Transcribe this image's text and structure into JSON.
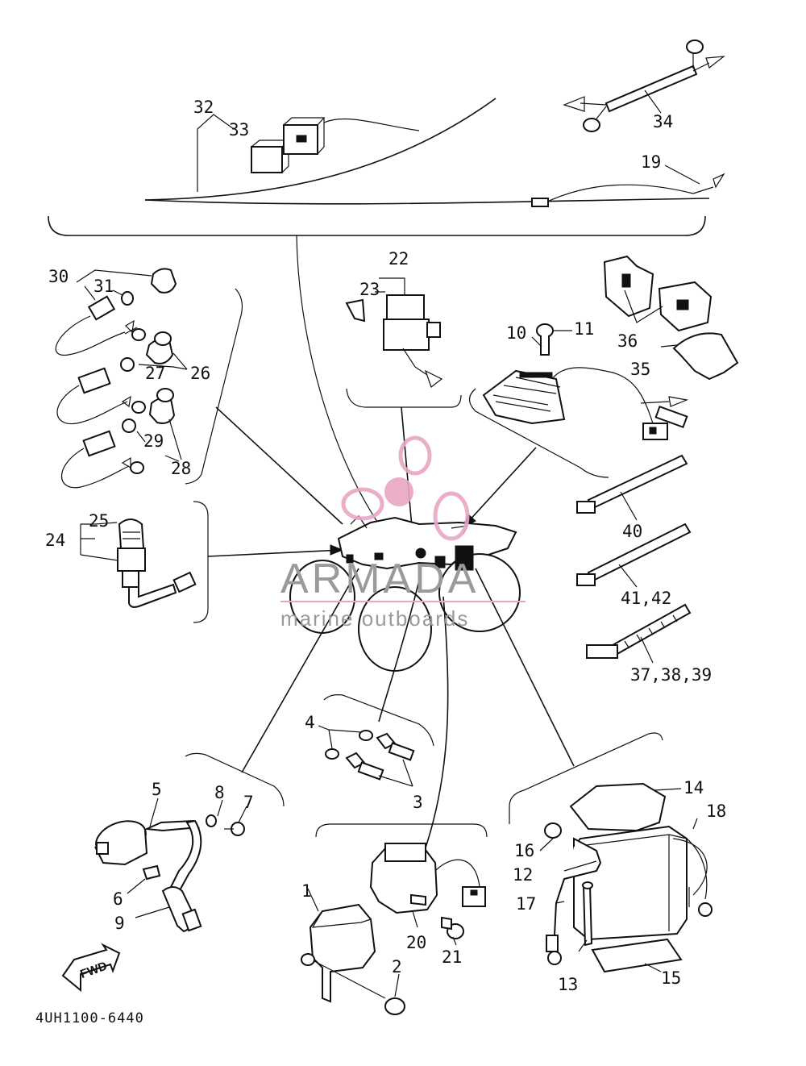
{
  "diagram_code": "4UH1100-6440",
  "fwd_label": "FWD",
  "watermark": {
    "brand": "ARMADA",
    "tagline": "marine outboards",
    "color": "#e8a6c4"
  },
  "callouts": {
    "c1": "1",
    "c2": "2",
    "c3": "3",
    "c4": "4",
    "c5": "5",
    "c6": "6",
    "c7": "7",
    "c8": "8",
    "c9": "9",
    "c10": "10",
    "c11": "11",
    "c12": "12",
    "c13": "13",
    "c14": "14",
    "c15": "15",
    "c16": "16",
    "c17": "17",
    "c18": "18",
    "c19": "19",
    "c20": "20",
    "c21": "21",
    "c22": "22",
    "c23": "23",
    "c24": "24",
    "c25": "25",
    "c26": "26",
    "c27": "27",
    "c28": "28",
    "c29": "29",
    "c30": "30",
    "c31": "31",
    "c32": "32",
    "c33": "33",
    "c34": "34",
    "c35": "35",
    "c36": "36",
    "c40": "40",
    "c4142": "41,42",
    "c373839": "37,38,39"
  }
}
